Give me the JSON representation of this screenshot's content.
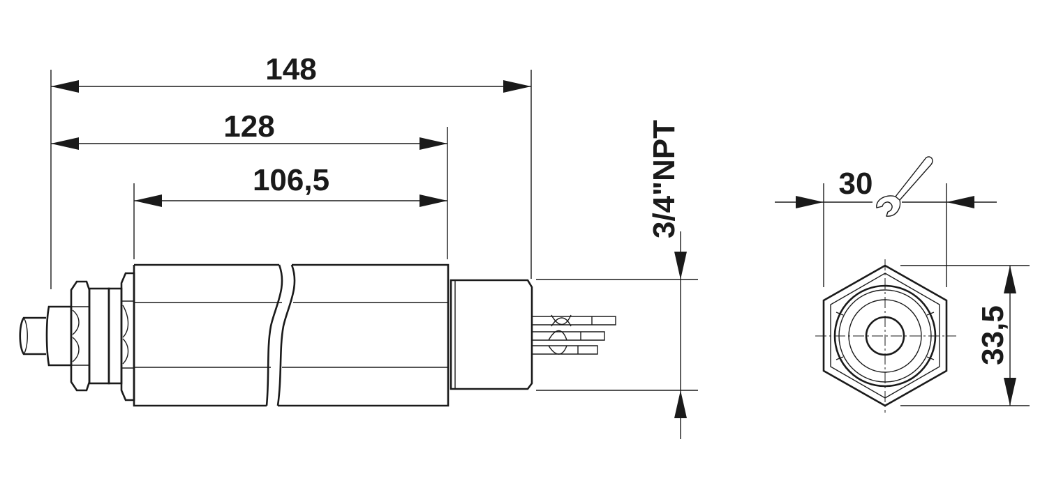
{
  "dimensions": {
    "overall_length": "148",
    "body_length": "128",
    "housing_length": "106,5",
    "thread": "3/4\"NPT",
    "wrench_size": "30",
    "hex_height": "33,5"
  },
  "colors": {
    "line": "#1a1a1a",
    "background": "#ffffff"
  }
}
